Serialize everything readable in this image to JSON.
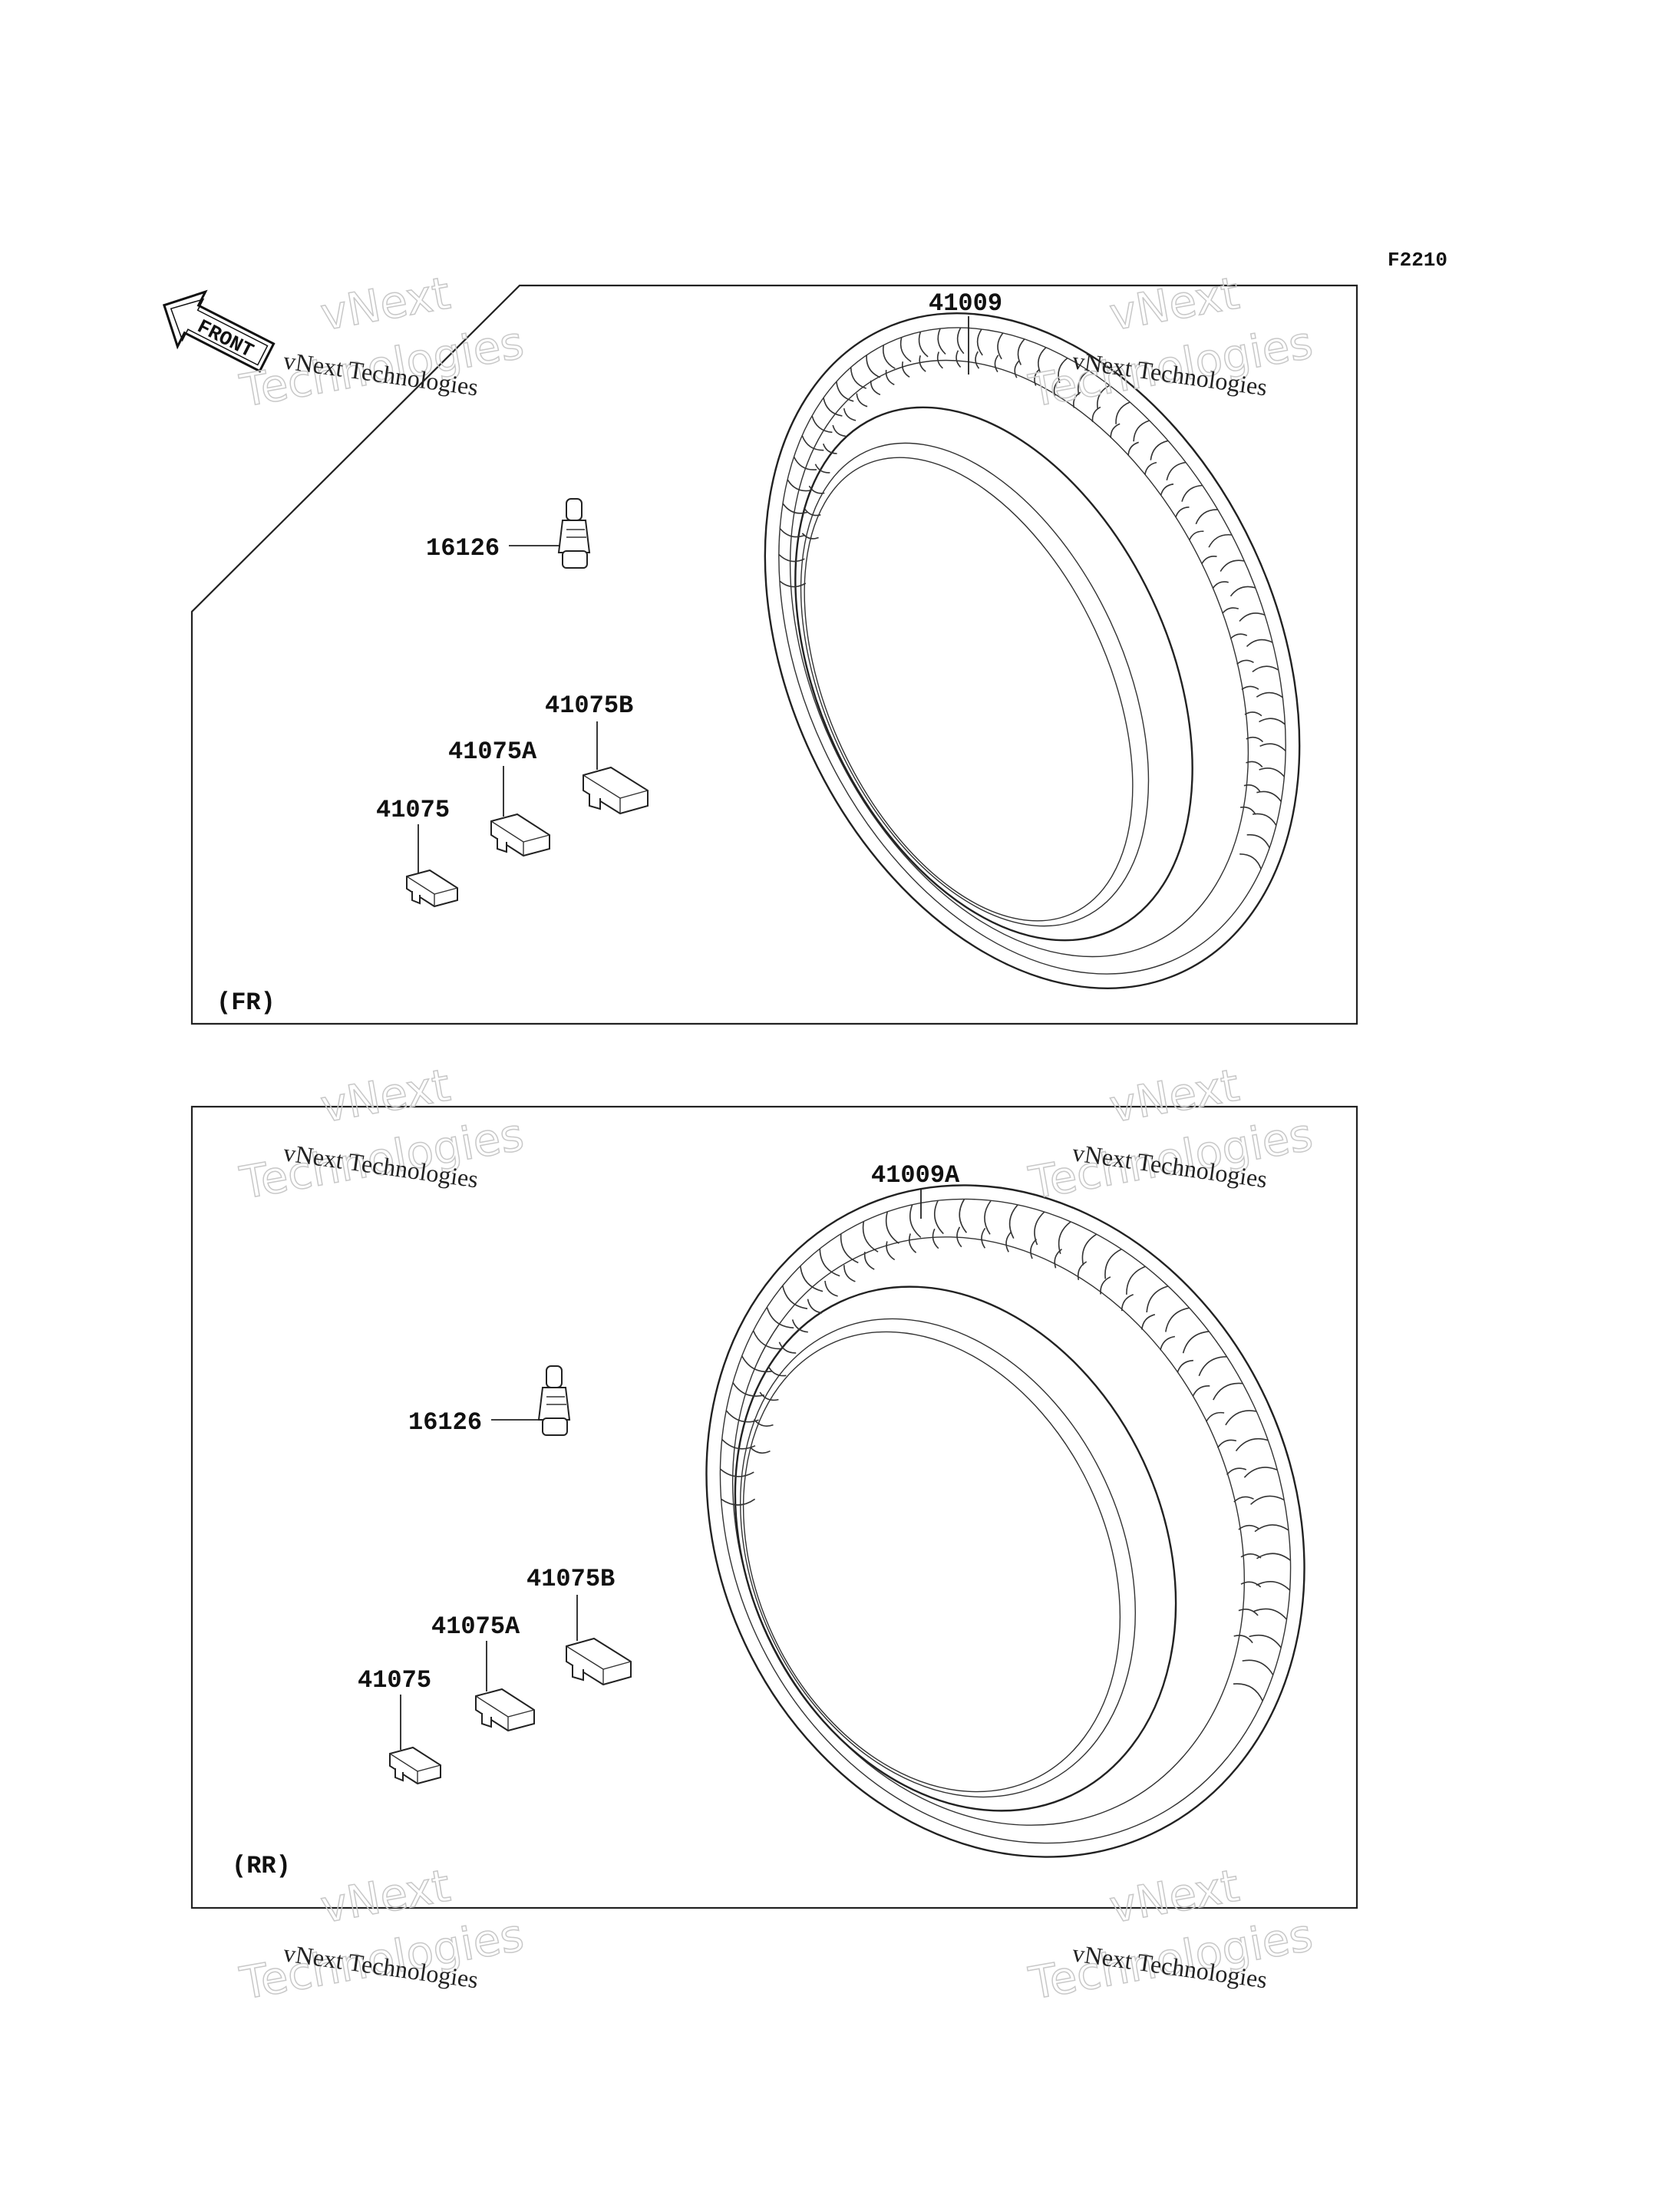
{
  "figure_code": "F2210",
  "front_arrow": {
    "text": "FRONT",
    "icon": "front-direction-arrow-icon"
  },
  "watermark": {
    "small": "vNext Technologies",
    "big_line1": "vNext",
    "big_line2": "Technologies"
  },
  "panels": [
    {
      "id": "front",
      "caption": "(FR)",
      "tire_label": "41009",
      "valve_label": "16126",
      "weights": [
        "41075B",
        "41075A",
        "41075"
      ]
    },
    {
      "id": "rear",
      "caption": "(RR)",
      "tire_label": "41009A",
      "valve_label": "16126",
      "weights": [
        "41075B",
        "41075A",
        "41075"
      ]
    }
  ]
}
